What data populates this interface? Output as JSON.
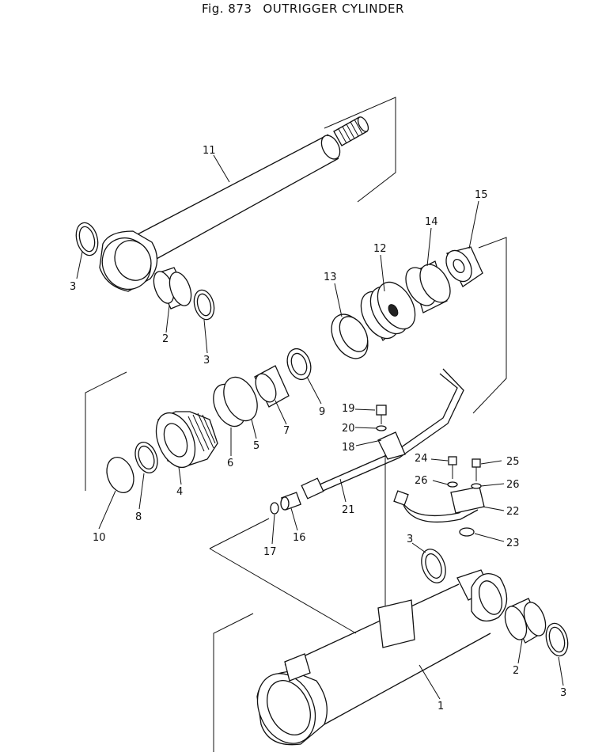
{
  "header": {
    "figure_number": "Fig. 873",
    "title": "OUTRIGGER CYLINDER"
  },
  "callouts": {
    "c1": "1",
    "c2a": "2",
    "c2b": "2",
    "c3a": "3",
    "c3b": "3",
    "c3c": "3",
    "c3d": "3",
    "c4": "4",
    "c5": "5",
    "c6": "6",
    "c7": "7",
    "c8": "8",
    "c9": "9",
    "c10": "10",
    "c11": "11",
    "c12": "12",
    "c13": "13",
    "c14": "14",
    "c15": "15",
    "c16": "16",
    "c17": "17",
    "c18": "18",
    "c19": "19",
    "c20": "20",
    "c21": "21",
    "c22": "22",
    "c23": "23",
    "c24": "24",
    "c25": "25",
    "c26a": "26",
    "c26b": "26"
  }
}
